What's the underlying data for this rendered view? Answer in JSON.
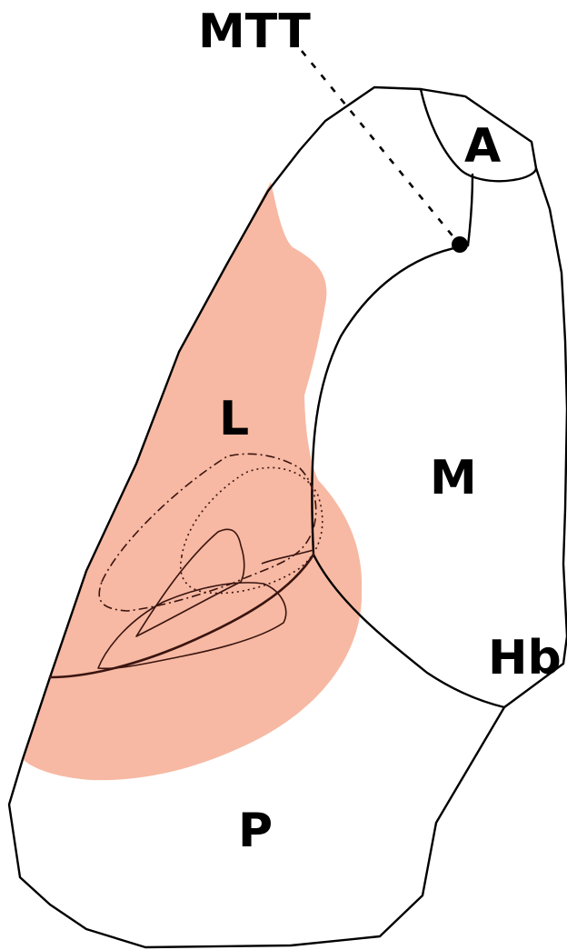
{
  "labels": {
    "mtt": "MTT",
    "anterior": "A",
    "lateral": "L",
    "medial": "M",
    "habenula": "Hb",
    "posterior": "P"
  },
  "colors": {
    "highlight": "#f7b9a3",
    "outline": "#000000",
    "contour": "#3a1410"
  }
}
